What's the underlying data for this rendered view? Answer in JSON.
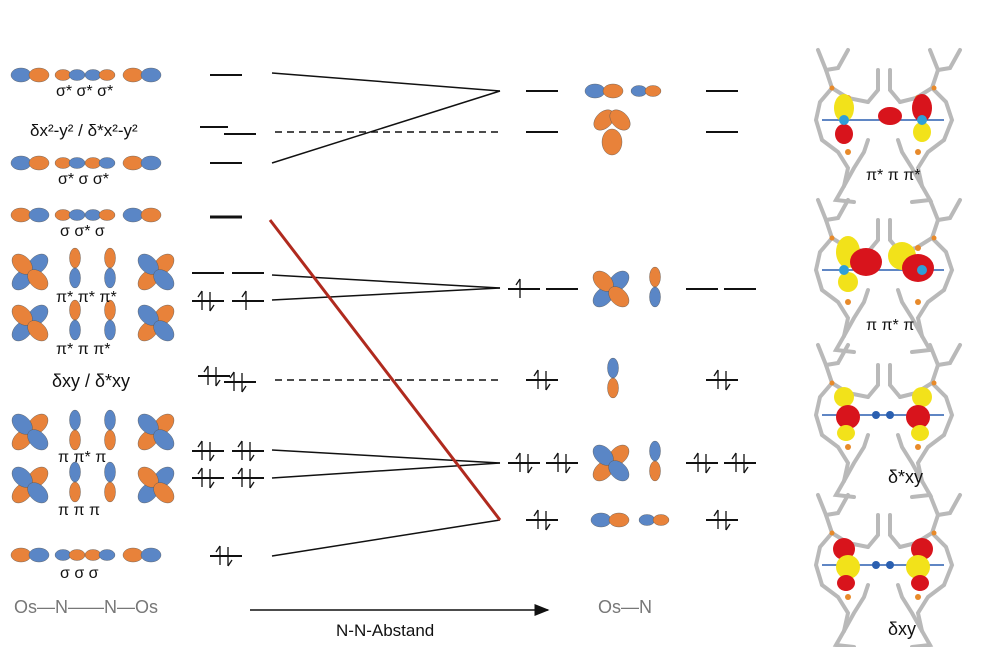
{
  "left_labels": {
    "sigma_star_row": "σ* σ* σ*",
    "delta_x2y2": "δx²-y² / δ*x²-y²",
    "sigma_star_sigma_row": "σ* σ  σ*",
    "sigma_sigma_star_row": "σ  σ* σ",
    "pi_star_row": "π* π* π*",
    "pi_star_pi_row": "π* π  π*",
    "delta_xy": "δxy / δ*xy",
    "pi_pi_star_row": "π  π* π",
    "pi_row": "π  π  π",
    "sigma_row": "σ  σ  σ"
  },
  "bottom": {
    "left_axis": "Os—N——N—Os",
    "arrow_label": "N-N-Abstand",
    "right_axis": "Os—N"
  },
  "right_labels": {
    "panel1": "π* π  π*",
    "panel2": "π  π* π",
    "panel3": "δ*xy",
    "panel4": "δxy"
  },
  "colors": {
    "orange": "#e8823a",
    "blue": "#5a86c6",
    "red_line": "#b02a1e",
    "black": "#111111",
    "iso_red": "#d8141c",
    "iso_yellow": "#f2e21a",
    "os_blue": "#2f9fd8",
    "p_orange": "#e88a2a",
    "frame_gray": "#b8b8b8"
  },
  "icons": [
    "orbital-lobe-icon",
    "electron-pair-icon",
    "single-electron-icon",
    "isosurface-icon"
  ]
}
